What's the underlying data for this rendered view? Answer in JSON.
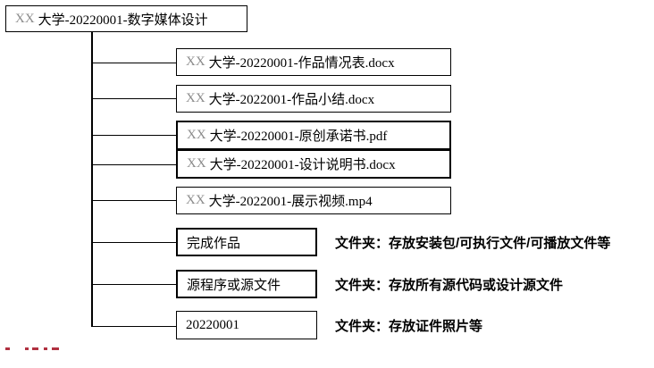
{
  "root": {
    "prefix": "XX",
    "label": "大学-20220001-数字媒体设计"
  },
  "files": [
    {
      "prefix": "XX",
      "label": "大学-20220001-作品情况表.docx"
    },
    {
      "prefix": "XX",
      "label": "大学-2022001-作品小结.docx"
    },
    {
      "prefix": "XX",
      "label": "大学-20220001-原创承诺书.pdf"
    },
    {
      "prefix": "XX",
      "label": "大学-20220001-设计说明书.docx"
    },
    {
      "prefix": "XX",
      "label": "大学-2022001-展示视频.mp4"
    }
  ],
  "folders": [
    {
      "label": "完成作品",
      "note": "文件夹：存放安装包/可执行文件/可播放文件等"
    },
    {
      "label": "源程序或源文件",
      "note": "文件夹：存放所有源代码或设计源文件"
    },
    {
      "label": "20220001",
      "note": "文件夹：存放证件照片等"
    }
  ],
  "colors": {
    "prefix_gray": "#8a8a8a",
    "line_black": "#000000",
    "fragment_red": "#b03040"
  }
}
